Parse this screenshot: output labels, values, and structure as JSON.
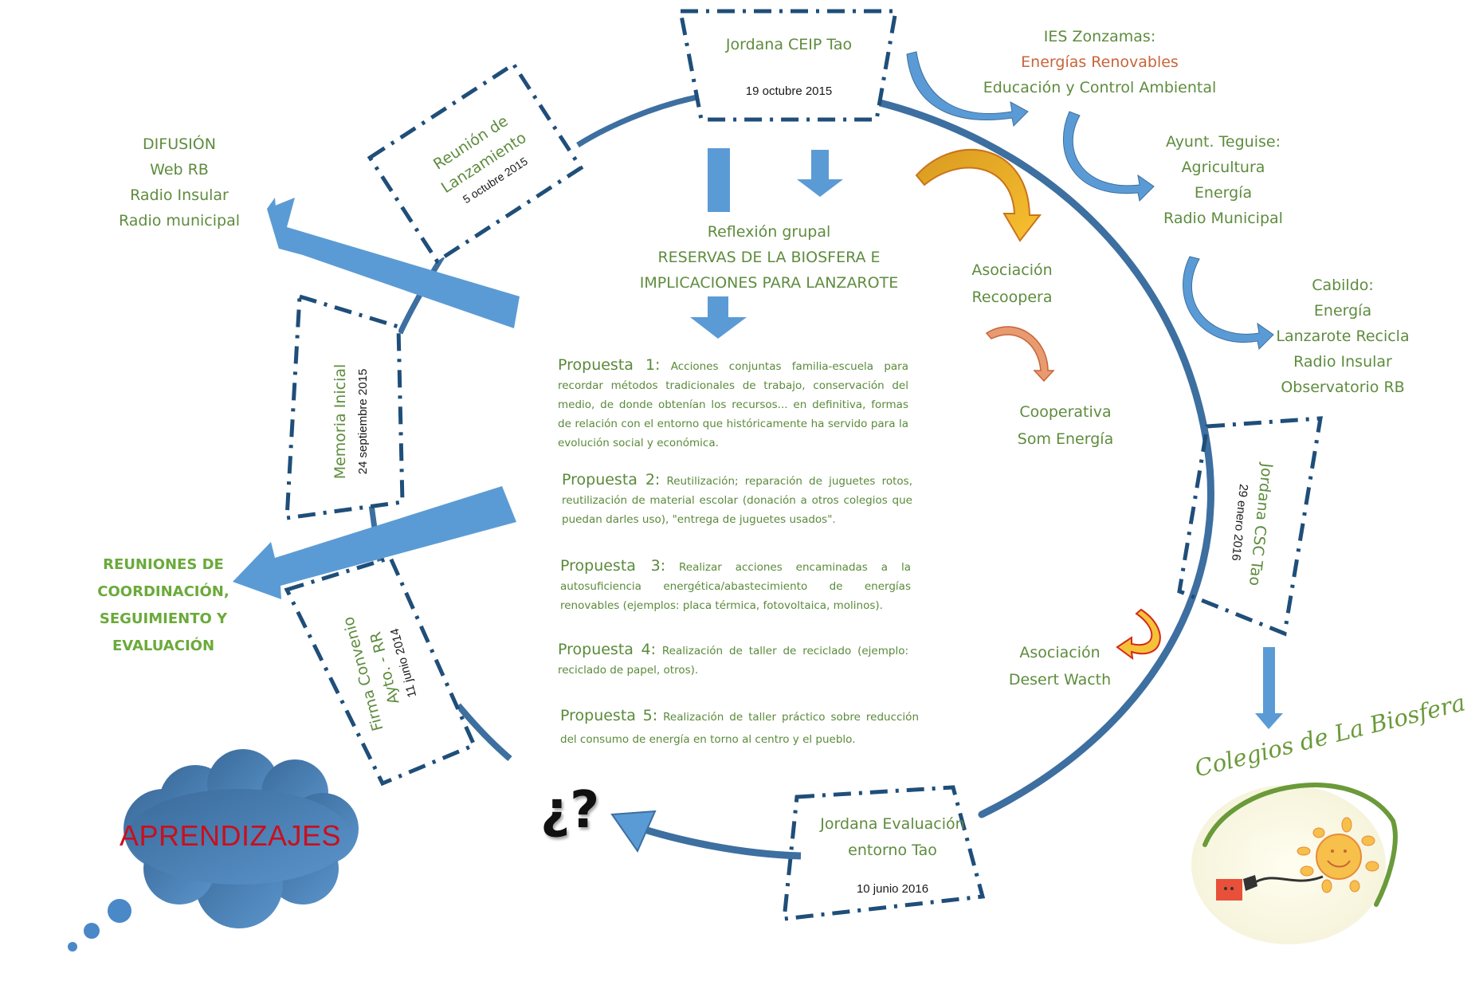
{
  "top_event": {
    "title": "Jordana CEIP Tao",
    "date": "19 octubre 2015"
  },
  "launch_event": {
    "title_line1": "Reunión de",
    "title_line2": "Lanzamiento",
    "date": "5 octubre 2015"
  },
  "memoria_event": {
    "title": "Memoria Inicial",
    "date": "24 septiembre 2015"
  },
  "convenio_event": {
    "title_line1": "Firma Convenio",
    "title_line2": "Ayto. - RR",
    "date": "11 junio 2014"
  },
  "csc_event": {
    "title": "Jordana CSC  Tao",
    "date": "29 enero 2016"
  },
  "evaluation_event": {
    "title_line1": "Jordana Evaluación",
    "title_line2": "entorno Tao",
    "date": "10 junio 2016"
  },
  "difusion": {
    "lines": [
      "DIFUSIÓN",
      "Web RB",
      "Radio Insular",
      "Radio municipal"
    ]
  },
  "reuniones": {
    "lines": [
      "REUNIONES DE",
      "COORDINACIÓN,",
      "SEGUIMIENTO Y",
      "EVALUACIÓN"
    ]
  },
  "reflexion": {
    "lines": [
      "Reflexión grupal",
      "RESERVAS DE LA BIOSFERA E",
      "IMPLICACIONES PARA LANZAROTE"
    ]
  },
  "propuestas": [
    {
      "heading": "Propuesta 1:",
      "text": "Acciones conjuntas familia-escuela para recordar métodos tradicionales de trabajo, conservación del medio, de donde obtenían los recursos... en definitiva, formas de relación con el entorno que históricamente ha servido para la evolución social y económica."
    },
    {
      "heading": "Propuesta 2:",
      "text": "Reutilización; reparación de juguetes rotos, reutilización de material escolar (donación a otros colegios que puedan darles uso), \"entrega de juguetes usados\"."
    },
    {
      "heading": "Propuesta 3:",
      "text": "Realizar acciones encaminadas a la autosuficiencia energética/abastecimiento de energías renovables (ejemplos: placa térmica, fotovoltaica, molinos)."
    },
    {
      "heading": "Propuesta 4:",
      "text": "Realización de taller de reciclado (ejemplo: reciclado de papel, otros)."
    },
    {
      "heading": "Propuesta 5:",
      "text": "Realización de taller práctico sobre reducción del consumo de energía en torno al centro y el pueblo."
    }
  ],
  "ies": {
    "title": "IES Zonzamas:",
    "line1": "Energías Renovables",
    "line2": "Educación y Control Ambiental"
  },
  "ayunt": {
    "lines": [
      "Ayunt. Teguise:",
      "Agricultura",
      "Energía",
      "Radio Municipal"
    ]
  },
  "cabildo": {
    "lines": [
      "Cabildo:",
      "Energía",
      "Lanzarote Recicla",
      "Radio Insular",
      "Observatorio RB"
    ]
  },
  "recoopera": {
    "lines": [
      "Asociación",
      "Recoopera"
    ]
  },
  "som": {
    "lines": [
      "Cooperativa",
      "Som Energía"
    ]
  },
  "desert": {
    "lines": [
      "Asociación",
      "Desert Wacth"
    ]
  },
  "question": "¿?",
  "aprendizajes": "APRENDIZAJES",
  "logo": {
    "title": "Colegios de La Biosfera"
  },
  "colors": {
    "arc_blue": "#3d6fa0",
    "arrow_blue": "#5b9bd5",
    "box_dash": "#1f4e79",
    "text_green": "#5e8c3e",
    "accent_orange": "#c8643a",
    "arrow_yellow": "#f4b41a",
    "aprendizajes_red": "#c8101e"
  }
}
